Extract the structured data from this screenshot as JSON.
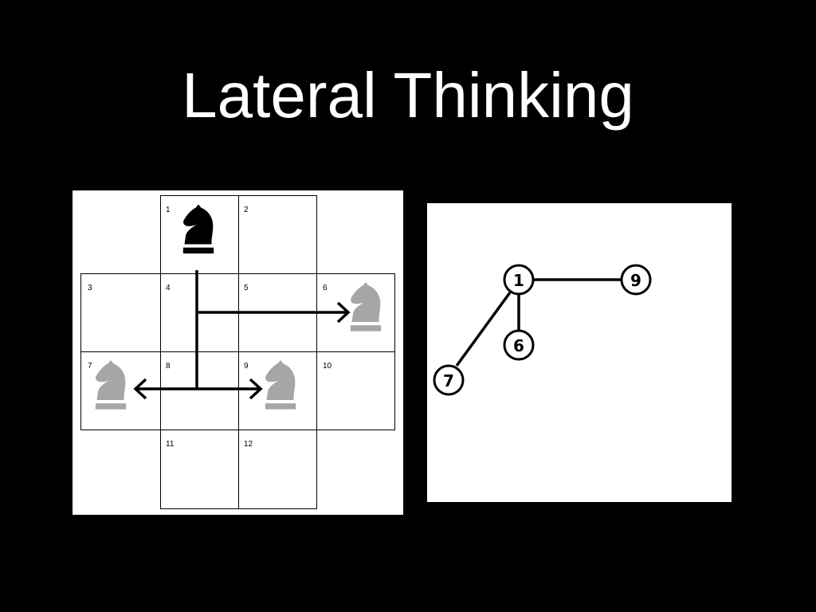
{
  "slide": {
    "title": "Lateral Thinking"
  },
  "board": {
    "cells": [
      {
        "label": "1"
      },
      {
        "label": "2"
      },
      {
        "label": "3"
      },
      {
        "label": "4"
      },
      {
        "label": "5"
      },
      {
        "label": "6"
      },
      {
        "label": "7"
      },
      {
        "label": "8"
      },
      {
        "label": "9"
      },
      {
        "label": "10"
      },
      {
        "label": "11"
      },
      {
        "label": "12"
      }
    ],
    "knights": [
      {
        "cell": "1",
        "style": "solid",
        "color": "#000000"
      },
      {
        "cell": "6",
        "style": "ghost",
        "color": "#a6a6a6"
      },
      {
        "cell": "7",
        "style": "ghost",
        "color": "#a6a6a6"
      },
      {
        "cell": "9",
        "style": "ghost",
        "color": "#a6a6a6"
      }
    ],
    "moves": [
      {
        "from": "1",
        "to": "6"
      },
      {
        "from": "1",
        "to": "7"
      },
      {
        "from": "1",
        "to": "9"
      }
    ]
  },
  "graph": {
    "nodes": [
      {
        "label": "1"
      },
      {
        "label": "9"
      },
      {
        "label": "6"
      },
      {
        "label": "7"
      }
    ],
    "edges": [
      {
        "from": "1",
        "to": "9"
      },
      {
        "from": "1",
        "to": "6"
      },
      {
        "from": "1",
        "to": "7"
      }
    ]
  }
}
